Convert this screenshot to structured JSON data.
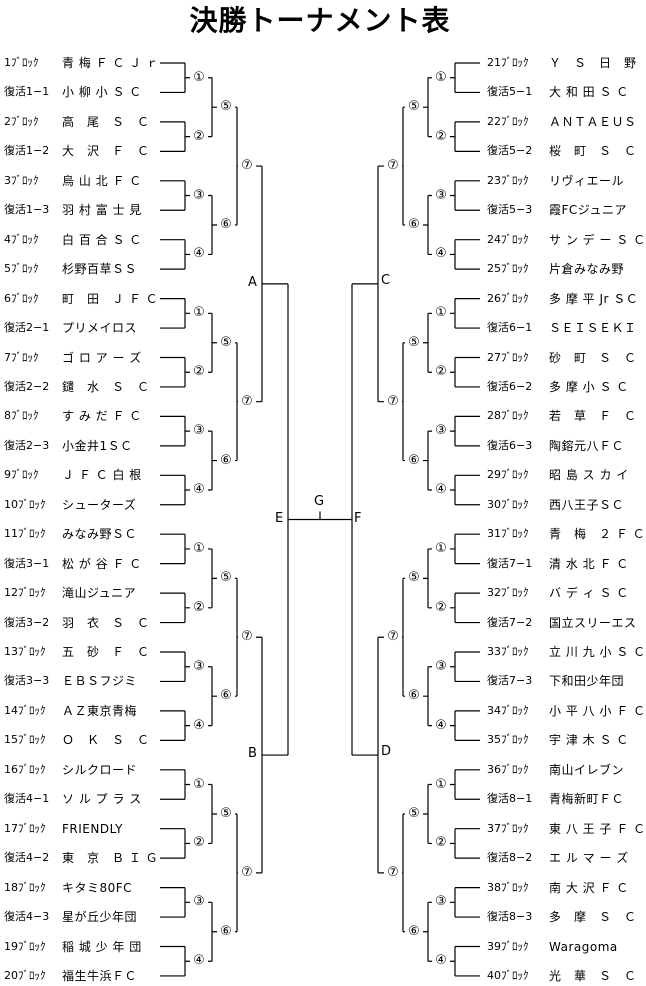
{
  "title": "決勝トーナメント表",
  "left_entries": [
    {
      "block": "1ﾌﾞﾛｯｸ",
      "team": "青 梅 Ｆ Ｃ Ｊ ｒ"
    },
    {
      "block": "復活1−1",
      "team": "小 柳 小 Ｓ Ｃ"
    },
    {
      "block": "2ﾌﾞﾛｯｸ",
      "team": "高　尾　Ｓ　Ｃ"
    },
    {
      "block": "復活1−2",
      "team": "大　沢　Ｆ　Ｃ"
    },
    {
      "block": "3ﾌﾞﾛｯｸ",
      "team": "烏 山 北 Ｆ Ｃ"
    },
    {
      "block": "復活1−3",
      "team": "羽 村 富 士 見"
    },
    {
      "block": "4ﾌﾞﾛｯｸ",
      "team": "白 百 合 Ｓ Ｃ"
    },
    {
      "block": "5ﾌﾞﾛｯｸ",
      "team": "杉野百草ＳＳ"
    },
    {
      "block": "6ﾌﾞﾛｯｸ",
      "team": "町　田　Ｊ Ｆ Ｃ"
    },
    {
      "block": "復活2−1",
      "team": "プリメイロス"
    },
    {
      "block": "7ﾌﾞﾛｯｸ",
      "team": "ゴ ロ ア ー ズ"
    },
    {
      "block": "復活2−2",
      "team": "鑓　水　Ｓ　Ｃ"
    },
    {
      "block": "8ﾌﾞﾛｯｸ",
      "team": "す み だ Ｆ Ｃ"
    },
    {
      "block": "復活2−3",
      "team": "小金井1ＳＣ"
    },
    {
      "block": "9ﾌﾞﾛｯｸ",
      "team": "Ｊ Ｆ Ｃ 白 根"
    },
    {
      "block": "10ﾌﾞﾛｯｸ",
      "team": "シューターズ"
    },
    {
      "block": "11ﾌﾞﾛｯｸ",
      "team": "みなみ野ＳＣ"
    },
    {
      "block": "復活3−1",
      "team": "松 が 谷 Ｆ Ｃ"
    },
    {
      "block": "12ﾌﾞﾛｯｸ",
      "team": "滝山ジュニア"
    },
    {
      "block": "復活3−2",
      "team": "羽　衣　Ｓ　Ｃ"
    },
    {
      "block": "13ﾌﾞﾛｯｸ",
      "team": "五　砂　Ｆ　Ｃ"
    },
    {
      "block": "復活3−3",
      "team": "ＥＢＳフジミ"
    },
    {
      "block": "14ﾌﾞﾛｯｸ",
      "team": "ＡＺ東京青梅"
    },
    {
      "block": "15ﾌﾞﾛｯｸ",
      "team": "Ｏ　Ｋ　Ｓ　Ｃ"
    },
    {
      "block": "16ﾌﾞﾛｯｸ",
      "team": "シルクロード"
    },
    {
      "block": "復活4−1",
      "team": "ソ ル プ ラ ス"
    },
    {
      "block": "17ﾌﾞﾛｯｸ",
      "team": "FRIENDLY"
    },
    {
      "block": "復活4−2",
      "team": "東　京　Ｂ Ｉ Ｇ"
    },
    {
      "block": "18ﾌﾞﾛｯｸ",
      "team": "キタミ80FC"
    },
    {
      "block": "復活4−3",
      "team": "星が丘少年団"
    },
    {
      "block": "19ﾌﾞﾛｯｸ",
      "team": "稲 城 少 年 団"
    },
    {
      "block": "20ﾌﾞﾛｯｸ",
      "team": "福生牛浜ＦＣ"
    }
  ],
  "right_entries": [
    {
      "block": "21ﾌﾞﾛｯｸ",
      "team": "Ｙ　Ｓ　日　野"
    },
    {
      "block": "復活5−1",
      "team": "大 和 田 Ｓ Ｃ"
    },
    {
      "block": "22ﾌﾞﾛｯｸ",
      "team": "ＡＮＴＡＥＵＳ"
    },
    {
      "block": "復活5−2",
      "team": "桜　町　Ｓ　Ｃ"
    },
    {
      "block": "23ﾌﾞﾛｯｸ",
      "team": "リヴィエール"
    },
    {
      "block": "復活5−3",
      "team": "霞FCジュニア"
    },
    {
      "block": "24ﾌﾞﾛｯｸ",
      "team": "サ ン デ ー Ｓ Ｃ"
    },
    {
      "block": "25ﾌﾞﾛｯｸ",
      "team": "片倉みなみ野"
    },
    {
      "block": "26ﾌﾞﾛｯｸ",
      "team": "多 摩 平 Jr ＳＣ"
    },
    {
      "block": "復活6−1",
      "team": "ＳＥＩＳＥＫＩ"
    },
    {
      "block": "27ﾌﾞﾛｯｸ",
      "team": "砂　町　Ｓ　Ｃ"
    },
    {
      "block": "復活6−2",
      "team": "多 摩 小 Ｓ Ｃ"
    },
    {
      "block": "28ﾌﾞﾛｯｸ",
      "team": "若　草　Ｆ　Ｃ"
    },
    {
      "block": "復活6−3",
      "team": "陶鎔元八ＦＣ"
    },
    {
      "block": "29ﾌﾞﾛｯｸ",
      "team": "昭 島 ス カ イ"
    },
    {
      "block": "30ﾌﾞﾛｯｸ",
      "team": "西八王子ＳＣ"
    },
    {
      "block": "31ﾌﾞﾛｯｸ",
      "team": "青　梅　２ Ｆ Ｃ"
    },
    {
      "block": "復活7−1",
      "team": "清 水 北 Ｆ Ｃ"
    },
    {
      "block": "32ﾌﾞﾛｯｸ",
      "team": "バ デ ィ Ｓ Ｃ"
    },
    {
      "block": "復活7−2",
      "team": "国立スリーエス"
    },
    {
      "block": "33ﾌﾞﾛｯｸ",
      "team": "立 川 九 小 Ｓ Ｃ"
    },
    {
      "block": "復活7−3",
      "team": "下和田少年団"
    },
    {
      "block": "34ﾌﾞﾛｯｸ",
      "team": "小 平 八 小 Ｆ Ｃ"
    },
    {
      "block": "35ﾌﾞﾛｯｸ",
      "team": "宇 津 木 Ｓ Ｃ"
    },
    {
      "block": "36ﾌﾞﾛｯｸ",
      "team": "南山イレブン"
    },
    {
      "block": "復活8−1",
      "team": "青梅新町ＦＣ"
    },
    {
      "block": "37ﾌﾞﾛｯｸ",
      "team": "東 八 王 子 Ｆ Ｃ"
    },
    {
      "block": "復活8−2",
      "team": "エ ル マ ー ズ"
    },
    {
      "block": "38ﾌﾞﾛｯｸ",
      "team": "南 大 沢 Ｆ Ｃ"
    },
    {
      "block": "復活8−3",
      "team": "多　摩　Ｓ　Ｃ"
    },
    {
      "block": "39ﾌﾞﾛｯｸ",
      "team": "Waragoma"
    },
    {
      "block": "40ﾌﾞﾛｯｸ",
      "team": "光　華　Ｓ　Ｃ"
    }
  ],
  "match_labels": {
    "r1_a": "①",
    "r1_b": "②",
    "r1_c": "③",
    "r1_d": "④",
    "r2_a": "⑤",
    "r2_b": "⑥",
    "r3": "⑦",
    "A": "A",
    "B": "B",
    "C": "C",
    "D": "D",
    "E": "E",
    "F": "F",
    "G": "G"
  }
}
